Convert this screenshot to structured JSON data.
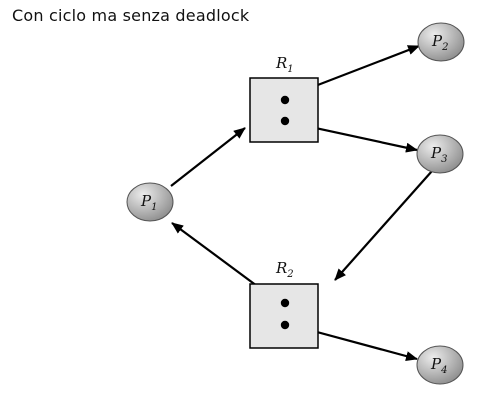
{
  "title": "Con ciclo ma senza deadlock",
  "colors": {
    "process_fill_light": "#ececec",
    "process_fill_dark": "#8e8e8e",
    "resource_fill": "#e6e6e6",
    "stroke": "#000000",
    "text": "#111111"
  },
  "processes": [
    {
      "id": "P1",
      "label_main": "P",
      "label_sub": "1"
    },
    {
      "id": "P2",
      "label_main": "P",
      "label_sub": "2"
    },
    {
      "id": "P3",
      "label_main": "P",
      "label_sub": "3"
    },
    {
      "id": "P4",
      "label_main": "P",
      "label_sub": "4"
    }
  ],
  "resources": [
    {
      "id": "R1",
      "label_main": "R",
      "label_sub": "1",
      "instances": 2
    },
    {
      "id": "R2",
      "label_main": "R",
      "label_sub": "2",
      "instances": 2
    }
  ],
  "edges": [
    {
      "from": "R1",
      "to": "P2",
      "kind": "assignment"
    },
    {
      "from": "R1",
      "to": "P3",
      "kind": "assignment"
    },
    {
      "from": "P1",
      "to": "R1",
      "kind": "request"
    },
    {
      "from": "P3",
      "to": "R2",
      "kind": "request"
    },
    {
      "from": "R2",
      "to": "P1",
      "kind": "assignment"
    },
    {
      "from": "R2",
      "to": "P4",
      "kind": "assignment"
    }
  ]
}
